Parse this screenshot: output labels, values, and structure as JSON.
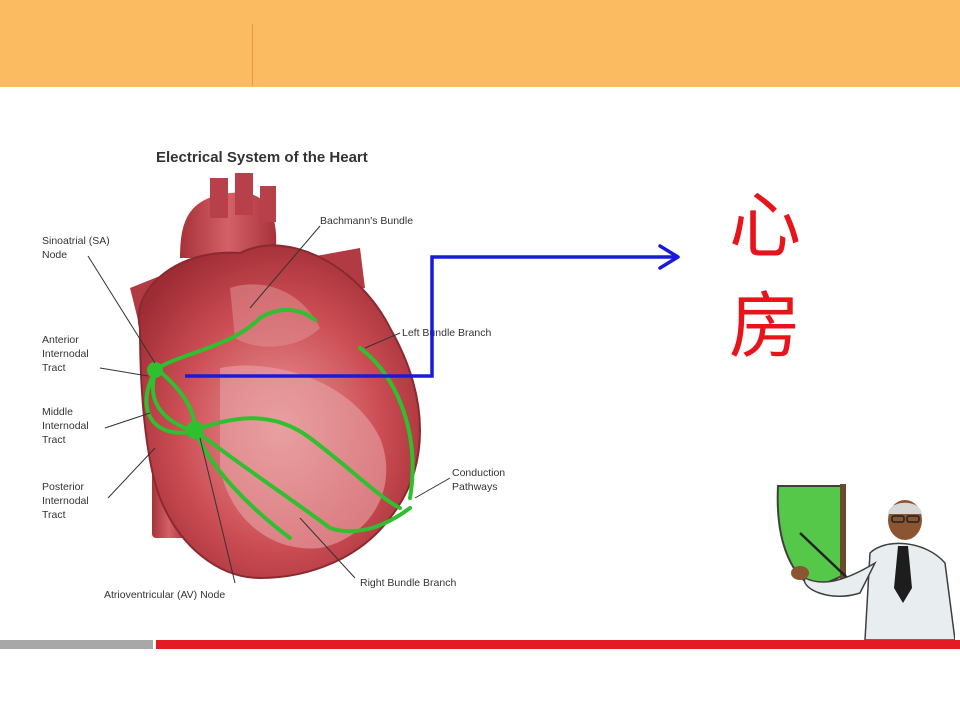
{
  "slide": {
    "accent_color": "#fbbb61",
    "bar_color": "#e31b23"
  },
  "diagram": {
    "title": "Electrical System of the Heart",
    "labels": {
      "sa_node": [
        "Sinoatrial (SA)",
        "Node"
      ],
      "bachmann": "Bachmann's Bundle",
      "anterior": [
        "Anterior",
        "Internodal",
        "Tract"
      ],
      "middle": [
        "Middle",
        "Internodal",
        "Tract"
      ],
      "posterior": [
        "Posterior",
        "Internodal",
        "Tract"
      ],
      "left_bundle": "Left Bundle Branch",
      "conduction": [
        "Conduction",
        "Pathways"
      ],
      "right_bundle": "Right Bundle Branch",
      "av_node": "Atrioventricular (AV) Node"
    }
  },
  "annotation": {
    "chars": [
      "心",
      "房"
    ],
    "color": "#e8141c",
    "arrow_color": "#1a1adb"
  },
  "clipart": {
    "icon": "teacher-pointing-icon"
  }
}
